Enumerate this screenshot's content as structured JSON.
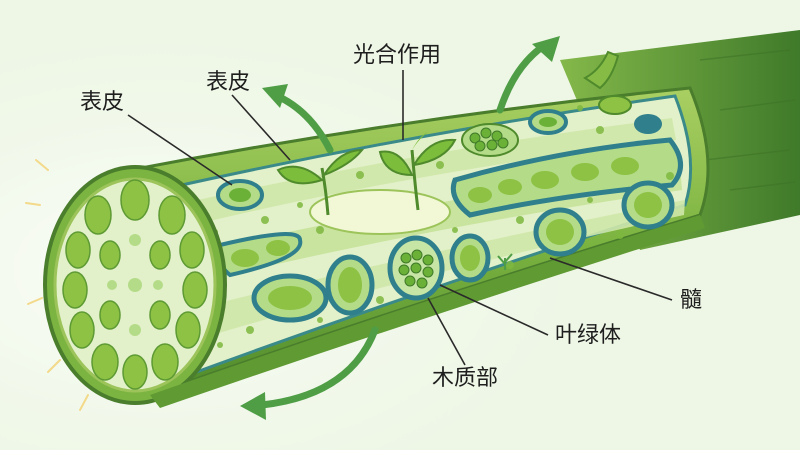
{
  "labels": {
    "epidermis_left": "表皮",
    "epidermis_top": "表皮",
    "photosynthesis": "光合作用",
    "pith": "髓",
    "chloroplast": "叶绿体",
    "xylem": "木质部"
  },
  "colors": {
    "background": "#eef7e6",
    "bark_dark": "#6fa63a",
    "bark_light": "#9cc45a",
    "flesh": "#e2f1c9",
    "band": "#c6e29a",
    "vessel_blue": "#2f7f8c",
    "vessel_fill": "#8dc244",
    "arrow_green": "#4f9e46",
    "leaf": "#7cbd3c",
    "leader_line": "#2a2a2a"
  }
}
